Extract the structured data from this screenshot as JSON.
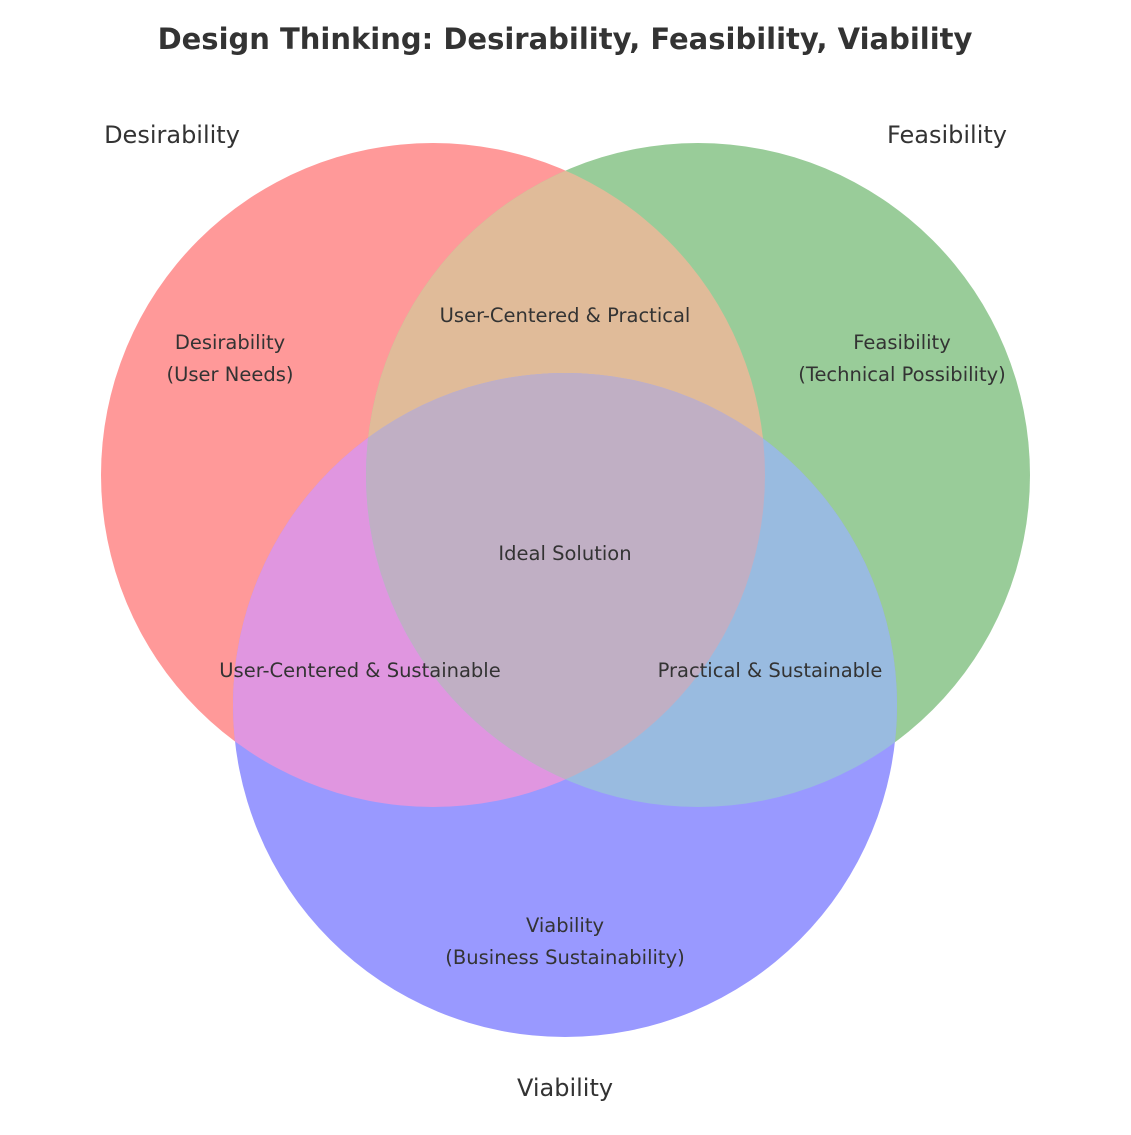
{
  "title": "Design Thinking: Desirability, Feasibility, Viability",
  "sets": [
    {
      "label": "Desirability",
      "color": "#ff9999"
    },
    {
      "label": "Feasibility",
      "color": "#99cc99"
    },
    {
      "label": "Viability",
      "color": "#9999ff"
    }
  ],
  "overlap_colors": {
    "desirability_feasibility": "#e0bb99",
    "desirability_viability": "#e096e0",
    "feasibility_viability": "#99bbe0",
    "all": "#c0afc4"
  },
  "regions": {
    "desirability_only": [
      "Desirability",
      "(User Needs)"
    ],
    "feasibility_only": [
      "Feasibility",
      "(Technical Possibility)"
    ],
    "viability_only": [
      "Viability",
      "(Business Sustainability)"
    ],
    "desirability_feasibility": "User-Centered & Practical",
    "desirability_viability": "User-Centered & Sustainable",
    "feasibility_viability": "Practical & Sustainable",
    "all": "Ideal Solution"
  }
}
